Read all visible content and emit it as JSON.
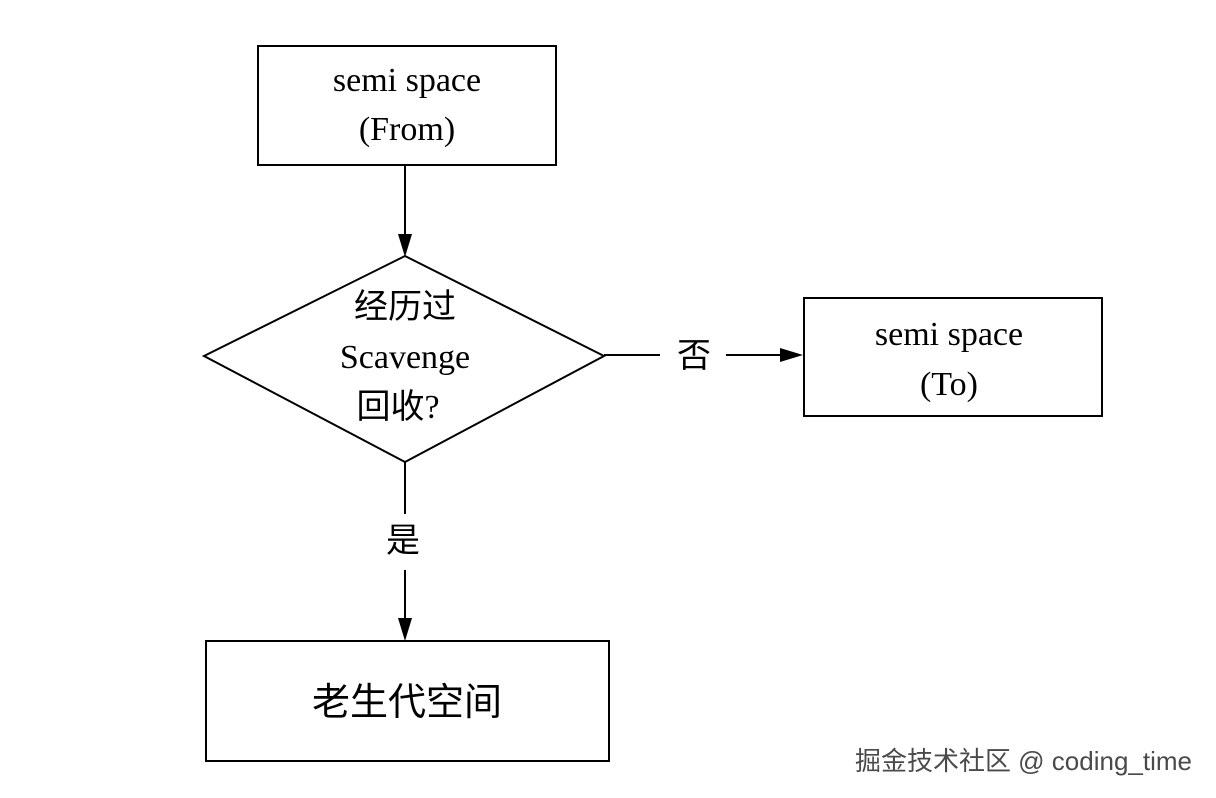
{
  "nodes": {
    "from": {
      "line1": "semi space",
      "line2": "(From)"
    },
    "decision": {
      "line1": "经历过",
      "line2": "Scavenge",
      "line3": "回收?"
    },
    "to": {
      "line1": "semi space",
      "line2": "(To)"
    },
    "old": {
      "line1": "老生代空间"
    }
  },
  "edges": {
    "no_label": "否",
    "yes_label": "是"
  },
  "watermark": {
    "text": "掘金技术社区 @ coding_time"
  }
}
